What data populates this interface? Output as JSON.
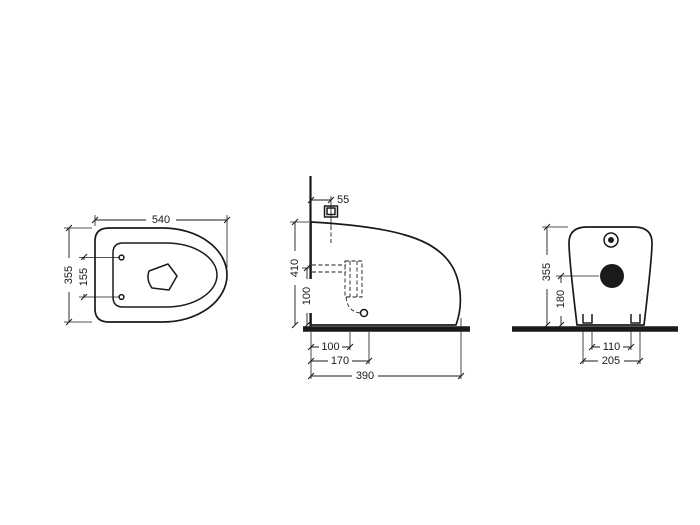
{
  "drawing": {
    "plan": {
      "length": "540",
      "width": "355",
      "hinge_spacing": "155"
    },
    "side": {
      "inlet_offset": "55",
      "height": "410",
      "inlet_height": "100",
      "outlet_offset": "100",
      "trap_offset": "170",
      "depth": "390"
    },
    "rear": {
      "height": "355",
      "outlet_height": "180",
      "fixing_inner": "110",
      "fixing_outer": "205"
    },
    "colors": {
      "line": "#1a1a1a",
      "background": "#ffffff"
    }
  }
}
